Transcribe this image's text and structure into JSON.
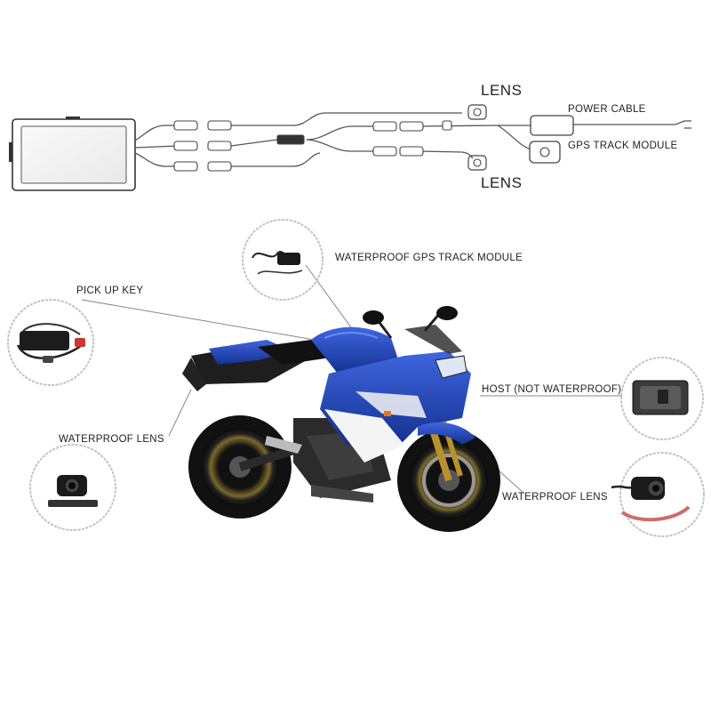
{
  "wiring": {
    "lens_top": "LENS",
    "lens_bottom": "LENS",
    "power_cable": "POWER CABLE",
    "gps_module": "GPS TRACK MODULE"
  },
  "callouts": {
    "gps_waterproof": "WATERPROOF GPS TRACK MODULE",
    "pick_up_key": "PICK UP KEY",
    "host": "HOST (NOT WATERPROOF)",
    "lens_left": "WATERPROOF LENS",
    "lens_right": "WATERPROOF LENS"
  },
  "colors": {
    "bike_blue": "#1b3fae",
    "line_grey": "#888888",
    "circle_dot": "#bdbdbd"
  }
}
